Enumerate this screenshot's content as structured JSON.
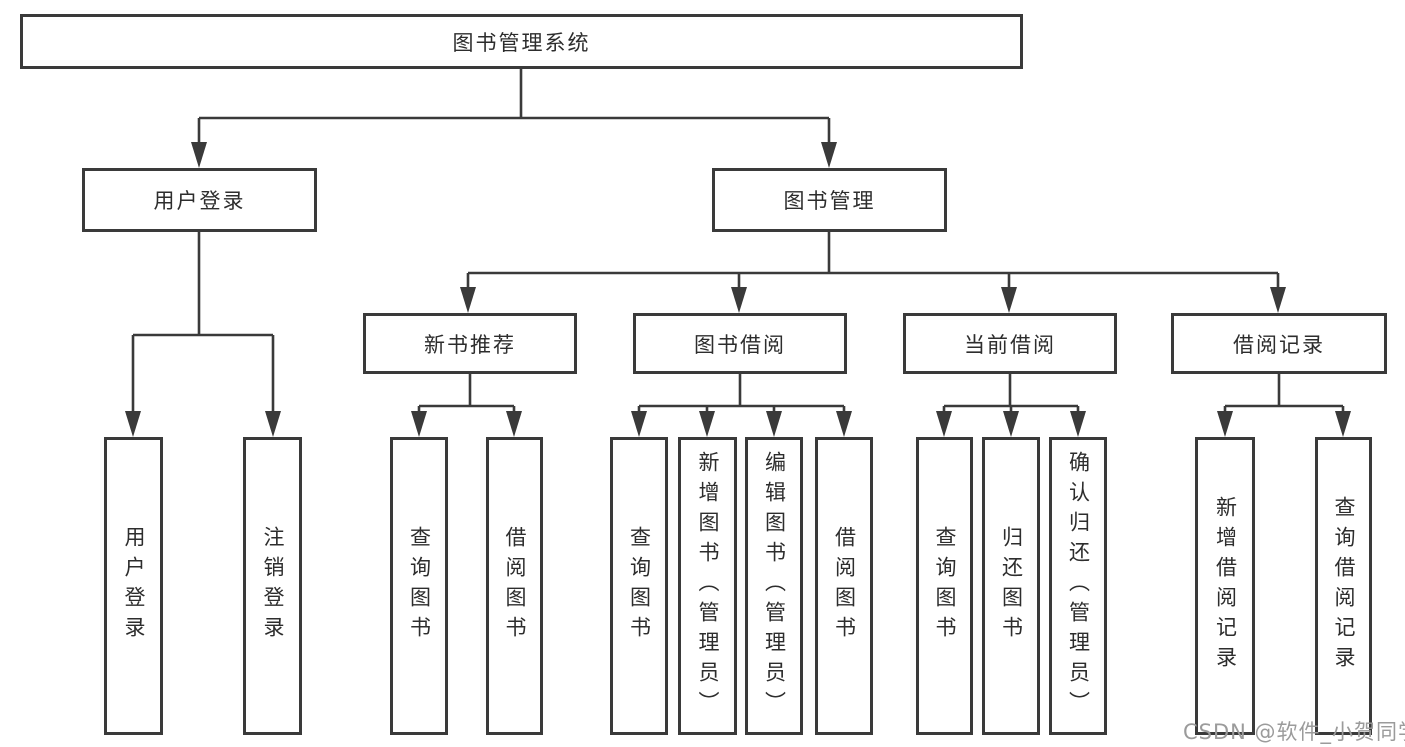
{
  "colors": {
    "border": "#3a3a3a",
    "line": "#3a3a3a",
    "text": "#2d2d2d",
    "background": "#ffffff",
    "watermark_gray": "#9b9b9b"
  },
  "tree": {
    "root": {
      "label": "图书管理系统"
    },
    "branches": [
      {
        "label": "用户登录",
        "children": [
          {
            "label": "用户登录"
          },
          {
            "label": "注销登录"
          }
        ]
      },
      {
        "label": "图书管理",
        "children": [
          {
            "label": "新书推荐",
            "children": [
              {
                "label": "查询图书"
              },
              {
                "label": "借阅图书"
              }
            ]
          },
          {
            "label": "图书借阅",
            "children": [
              {
                "label": "查询图书"
              },
              {
                "label": "新增图书（管理员）"
              },
              {
                "label": "编辑图书（管理员）"
              },
              {
                "label": "借阅图书"
              }
            ]
          },
          {
            "label": "当前借阅",
            "children": [
              {
                "label": "查询图书"
              },
              {
                "label": "归还图书"
              },
              {
                "label": "确认归还（管理员）"
              }
            ]
          },
          {
            "label": "借阅记录",
            "children": [
              {
                "label": "新增借阅记录"
              },
              {
                "label": "查询借阅记录"
              }
            ]
          }
        ]
      }
    ]
  },
  "watermark": {
    "text": "CSDN @软件_小贺同学"
  }
}
